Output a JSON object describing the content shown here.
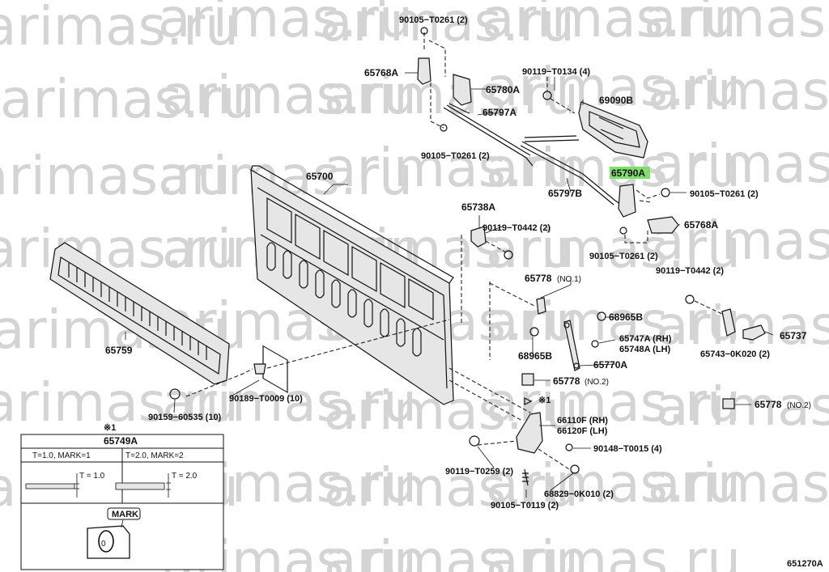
{
  "watermark": "arimas.ru",
  "highlight_color": "#7ee06a",
  "labels": {
    "p_90105_T0261_top": "90105−T0261 (2)",
    "p_65768A_left": "65768A",
    "p_65780A": "65780A",
    "p_65797A": "65797A",
    "p_90105_T0261_mid": "90105−T0261 (2)",
    "p_90119_T0134": "90119−T0134 (4)",
    "p_69090B": "69090B",
    "p_65790A": "65790A",
    "p_90105_T0261_right": "90105−T0261 (2)",
    "p_65797B": "65797B",
    "p_65768A_right": "65768A",
    "p_90105_T0261_low": "90105−T0261 (2)",
    "p_65700": "65700",
    "p_65738A": "65738A",
    "p_90119_T0442_a": "90119−T0442 (2)",
    "p_90119_T0442_b": "90119−T0442 (2)",
    "p_65778_no1": "65778",
    "p_no1": "(NO.1)",
    "p_68965B_a": "68965B",
    "p_68965B_b": "68965B",
    "p_65747A": "65747A (RH)",
    "p_65748A": "65748A (LH)",
    "p_65770A": "65770A",
    "p_65778_no2_a": "65778",
    "p_no2_a": "(NO.2)",
    "p_65737": "65737",
    "p_65743": "65743−0K020 (2)",
    "p_65778_no2_b": "65778",
    "p_no2_b": "(NO.2)",
    "p_65759": "65759",
    "p_90189": "90189−T0009 (10)",
    "p_90159": "90159−60535 (10)",
    "p_note1": "※1",
    "p_66110F": "66110F (RH)",
    "p_66120F": "66120F (LH)",
    "p_90148": "90148−T0015 (4)",
    "p_90119_T0259": "90119−T0259 (2)",
    "p_68829": "68829−0K010 (2)",
    "p_90105_T0119": "90105−T0119 (2)",
    "p_ref": "651270A"
  },
  "legend": {
    "note": "※1",
    "title": "65749A",
    "col1": "T=1.0, MARK=1",
    "col2": "T=2.0, MARK=2",
    "t1": "T = 1.0",
    "t2": "T = 2.0",
    "mark": "MARK",
    "zero": "0"
  }
}
